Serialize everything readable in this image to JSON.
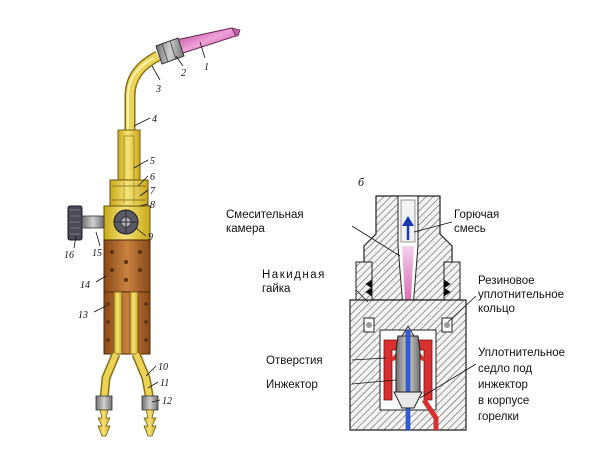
{
  "figure": {
    "subfigure_label": "б",
    "colors": {
      "tube_yellow": "#e8c832",
      "handle_brown": "#b86a2a",
      "tip_pink": "#d860b0",
      "metal_gray": "#9a9a9a",
      "oxygen_blue": "#3060d8",
      "fuel_red": "#d83030",
      "mixture_pink": "#e080c0"
    },
    "torch_callouts": [
      "1",
      "2",
      "3",
      "4",
      "5",
      "6",
      "7",
      "8",
      "9",
      "10",
      "11",
      "12",
      "13",
      "14",
      "15",
      "16"
    ],
    "section_labels": {
      "mixing_chamber_1": "Смесительная",
      "mixing_chamber_2": "камера",
      "fuel_mix_1": "Горючая",
      "fuel_mix_2": "смесь",
      "nut_1": "Накидная",
      "nut_2": "гайка",
      "ring_1": "Резиновое",
      "ring_2": "уплотнительное",
      "ring_3": "кольцо",
      "holes": "Отверстия",
      "injector": "Инжектор",
      "seat_1": "Уплотнительное",
      "seat_2": "седло под",
      "seat_3": "инжектор",
      "seat_4": "в корпусе",
      "seat_5": "горелки"
    }
  }
}
